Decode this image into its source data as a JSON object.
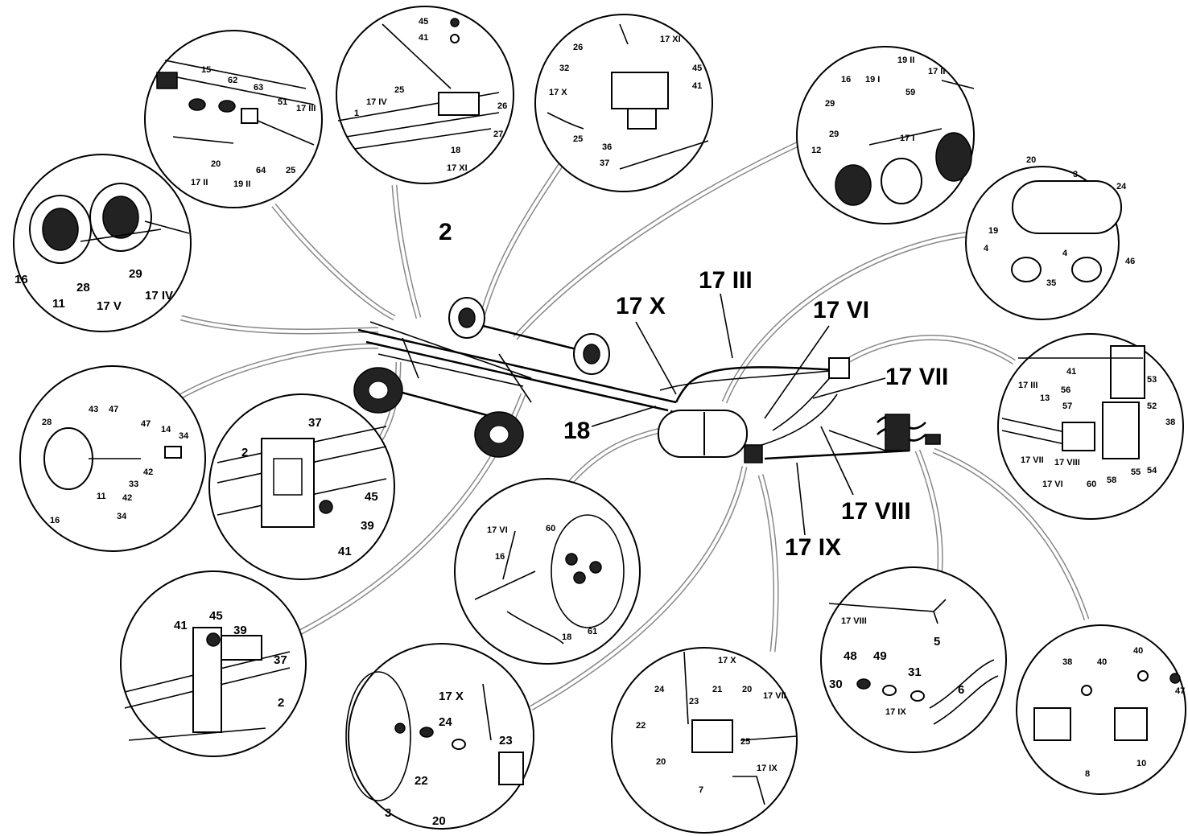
{
  "main_labels": {
    "axle": "2",
    "pipe_17x": "17 X",
    "pipe_17iii": "17 III",
    "pipe_17vi": "17 VI",
    "pipe_17vii": "17 VII",
    "pipe_18": "18",
    "pipe_17viii": "17 VIII",
    "pipe_17ix": "17 IX"
  },
  "detail_chamber_left": {
    "l16": "16",
    "l11": "11",
    "l28": "28",
    "l17v": "17 V",
    "l29": "29",
    "l17iv": "17 IV"
  },
  "detail_fittings": {
    "l15": "15",
    "l62": "62",
    "l63": "63",
    "l51": "51",
    "l17iii": "17 III",
    "l20": "20",
    "l17ii": "17 II",
    "l19ii": "19 II",
    "l64": "64",
    "l25": "25"
  },
  "detail_valve_top": {
    "l45": "45",
    "l41": "41",
    "l1": "1",
    "l17iv": "17 IV",
    "l25": "25",
    "l26": "26",
    "l27": "27",
    "l18": "18",
    "l17xi": "17 XI"
  },
  "detail_relay": {
    "l26": "26",
    "l17xi": "17 XI",
    "l45": "45",
    "l41": "41",
    "l32": "32",
    "l17x": "17 X",
    "l25": "25",
    "l36": "36",
    "l37": "37"
  },
  "detail_right_axle": {
    "l16": "16",
    "l19i": "19 I",
    "l19ii": "19 II",
    "l17ii": "17 II",
    "l29a": "29",
    "l59": "59",
    "l29b": "29",
    "l17i": "17 I",
    "l12": "12"
  },
  "detail_tank": {
    "l20": "20",
    "l3": "3",
    "l24": "24",
    "l19": "19",
    "l4a": "4",
    "l4b": "4",
    "l35": "35",
    "l46": "46"
  },
  "detail_chamber_exploded": {
    "l28": "28",
    "l43": "43",
    "l47a": "47",
    "l47b": "47",
    "l14": "14",
    "l34a": "34",
    "l42a": "42",
    "l33": "33",
    "l42b": "42",
    "l34b": "34",
    "l11": "11",
    "l16": "16"
  },
  "detail_bracket": {
    "l2": "2",
    "l37": "37",
    "l45": "45",
    "l39": "39",
    "l41": "41"
  },
  "detail_bracket2": {
    "l41": "41",
    "l45": "45",
    "l39": "39",
    "l37": "37",
    "l2": "2"
  },
  "detail_wheel_valve": {
    "l17vi": "17 VI",
    "l60": "60",
    "l16": "16",
    "l18": "18",
    "l61": "61"
  },
  "detail_drain": {
    "l17x": "17 X",
    "l24": "24",
    "l23": "23",
    "l22": "22",
    "l3": "3",
    "l20": "20"
  },
  "detail_control": {
    "l17x": "17 X",
    "l24": "24",
    "l21": "21",
    "l20a": "20",
    "l17vii": "17 VII",
    "l23": "23",
    "l22": "22",
    "l25": "25",
    "l20b": "20",
    "l7": "7",
    "l17ix": "17 IX"
  },
  "detail_coupling": {
    "l17viii": "17 VIII",
    "l5": "5",
    "l48": "48",
    "l49": "49",
    "l30": "30",
    "l31": "31",
    "l6": "6",
    "l17ix": "17 IX"
  },
  "detail_heads": {
    "l38": "38",
    "l40a": "40",
    "l40b": "40",
    "l47": "47",
    "l8": "8",
    "l10": "10"
  },
  "detail_mount": {
    "l53": "53",
    "l17iii": "17 III",
    "l41": "41",
    "l56": "56",
    "l57": "57",
    "l13": "13",
    "l52": "52",
    "l38": "38",
    "l17vii": "17 VII",
    "l17viii": "17 VIII",
    "l17vi": "17 VI",
    "l60": "60",
    "l58": "58",
    "l55": "55",
    "l54": "54"
  }
}
